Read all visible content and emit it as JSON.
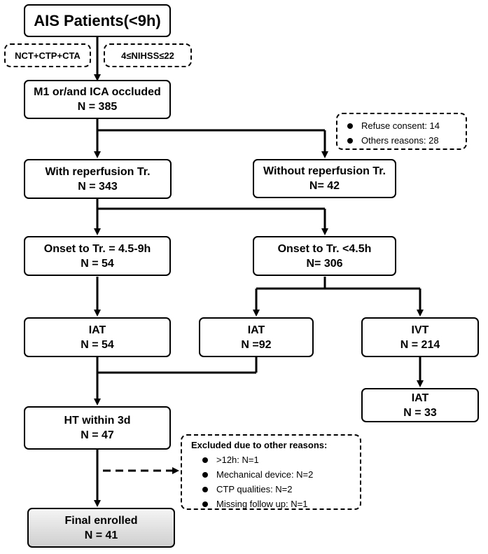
{
  "flowchart": {
    "start": "AIS Patients(<9h)",
    "criteria": [
      "NCT+CTP+CTA",
      "4≤NIHSS≤22"
    ],
    "occluded": {
      "title": "M1 or/and ICA occluded",
      "n": "N = 385"
    },
    "exclusion_consent": {
      "items": [
        "Refuse consent: 14",
        "Others reasons: 28"
      ]
    },
    "with_reperfusion": {
      "title": "With reperfusion Tr.",
      "n": "N = 343"
    },
    "without_reperfusion": {
      "title": "Without reperfusion Tr.",
      "n": "N= 42"
    },
    "onset_late": {
      "title": "Onset to Tr. = 4.5-9h",
      "n": "N = 54"
    },
    "onset_early": {
      "title": "Onset to Tr. <4.5h",
      "n": "N= 306"
    },
    "iat_late": {
      "title": "IAT",
      "n": "N = 54"
    },
    "iat_early": {
      "title": "IAT",
      "n": "N =92"
    },
    "ivt": {
      "title": "IVT",
      "n": "N = 214"
    },
    "ivt_iat": {
      "title": "IAT",
      "n": "N = 33"
    },
    "ht": {
      "title": "HT within 3d",
      "n": "N = 47"
    },
    "excluded": {
      "title": "Excluded due to other reasons:",
      "items": [
        ">12h: N=1",
        "Mechanical device: N=2",
        "CTP qualities: N=2",
        "Missing follow up: N=1"
      ]
    },
    "final": {
      "title": "Final enrolled",
      "n": "N = 41"
    }
  }
}
